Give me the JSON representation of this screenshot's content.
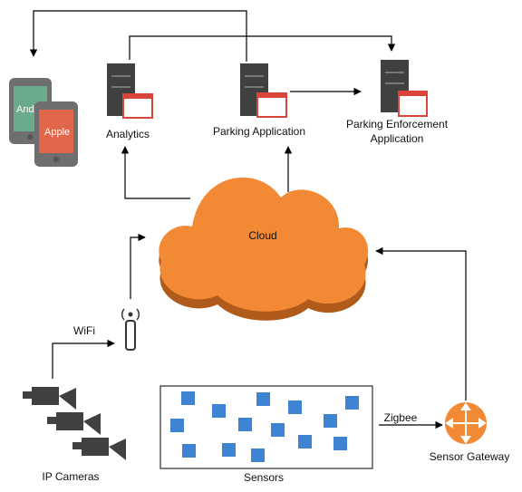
{
  "nodes": {
    "analytics": "Analytics",
    "parking_application": "Parking Application",
    "parking_enforcement_line1": "Parking Enforcement",
    "parking_enforcement_line2": "Application",
    "cloud": "Cloud",
    "wifi": "WiFi",
    "zigbee": "Zigbee",
    "ip_cameras": "IP Cameras",
    "sensors": "Sensors",
    "sensor_gateway": "Sensor Gateway",
    "phone_android": "Andr",
    "phone_apple": "Apple"
  },
  "colors": {
    "cloud": "#f28a35",
    "cloud_shadow": "#b05a1c",
    "sensor": "#3f83d3",
    "server": "#404040",
    "app_window": "#d9453a",
    "gateway": "#f28a35",
    "phone_android": "#6aab8c",
    "phone_apple": "#e2664a",
    "arrow": "#000000"
  },
  "icons": [
    "server-icon",
    "app-window-icon",
    "phone-icon",
    "antenna-icon",
    "camera-icon",
    "sensor-icon",
    "gateway-icon",
    "cloud-shape"
  ]
}
